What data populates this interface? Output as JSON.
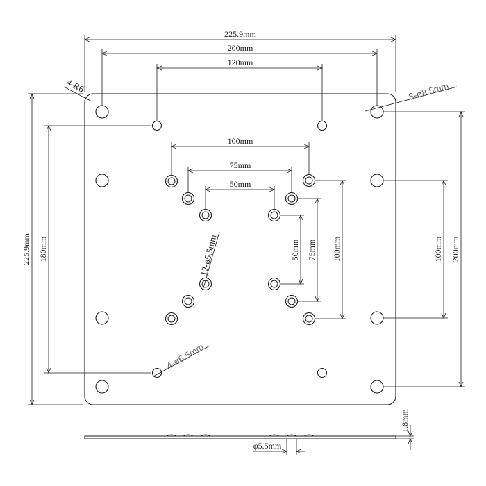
{
  "dimensions": {
    "overall_width": "225.9mm",
    "overall_height": "225.9mm",
    "pattern_200_horizontal": "200mm",
    "pattern_200_vertical": "200mm",
    "pattern_120": "120mm",
    "pattern_180": "180mm",
    "pattern_100_horizontal": "100mm",
    "pattern_100_vertical_inner": "100mm",
    "pattern_100_vertical_right": "100mm",
    "pattern_75_horizontal": "75mm",
    "pattern_75_vertical": "75mm",
    "pattern_50_horizontal": "50mm",
    "pattern_50_vertical": "50mm",
    "thickness": "1.8mm",
    "countersink_diameter": "φ5.5mm"
  },
  "callouts": {
    "corner_radius": "4-R6",
    "large_holes": "8-ø8.5mm",
    "countersunk_holes": "12-ø5.5mm",
    "small_holes": "4-ø6.5mm"
  }
}
